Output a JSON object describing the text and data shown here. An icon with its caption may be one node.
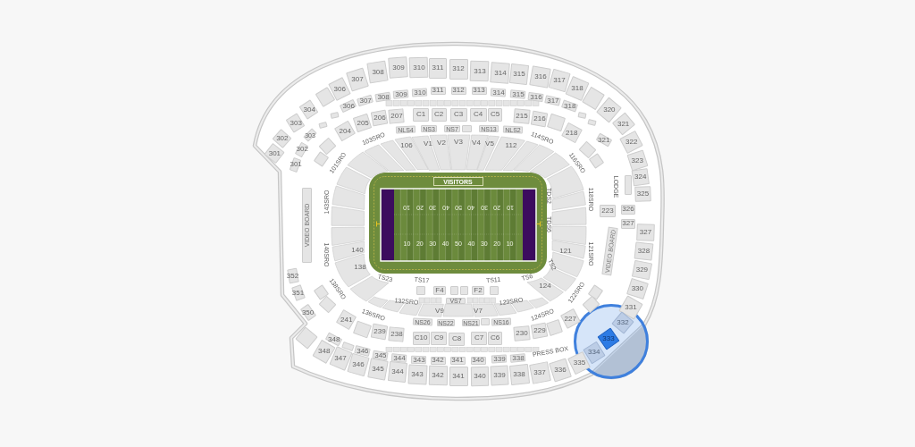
{
  "diagram": {
    "nodes": [
      {
        "text": [
          "301"
        ]
      },
      {
        "text": [
          "302"
        ]
      },
      {
        "text": [
          "303"
        ]
      },
      {
        "text": [
          "304"
        ]
      },
      {
        "text": [
          "306"
        ]
      },
      {
        "text": [
          "307"
        ]
      },
      {
        "text": [
          "308"
        ]
      },
      {
        "text": [
          "309"
        ]
      },
      {
        "text": [
          "310"
        ]
      },
      {
        "text": [
          "311"
        ]
      },
      {
        "text": [
          "312"
        ]
      },
      {
        "text": [
          "313"
        ]
      },
      {
        "text": [
          "314"
        ]
      },
      {
        "text": [
          "315"
        ]
      },
      {
        "text": [
          "316"
        ]
      },
      {
        "text": [
          "317"
        ]
      },
      {
        "text": [
          "318"
        ]
      },
      {
        "text": [
          "320"
        ]
      },
      {
        "text": [
          "321"
        ]
      },
      {
        "text": [
          "322"
        ]
      },
      {
        "text": [
          "323"
        ]
      },
      {
        "text": [
          "324"
        ]
      },
      {
        "text": [
          "325"
        ]
      },
      {
        "text": [
          "327"
        ]
      },
      {
        "text": [
          "328"
        ]
      },
      {
        "text": [
          "329"
        ]
      },
      {
        "text": [
          "330"
        ]
      },
      {
        "text": [
          "331"
        ]
      },
      {
        "text": [
          "332"
        ]
      },
      {
        "text": [
          "333"
        ]
      },
      {
        "text": [
          "334"
        ]
      },
      {
        "text": [
          "335"
        ]
      },
      {
        "text": [
          "336"
        ]
      },
      {
        "text": [
          "337"
        ]
      },
      {
        "text": [
          "338"
        ]
      },
      {
        "text": [
          "339"
        ]
      },
      {
        "text": [
          "340"
        ]
      },
      {
        "text": [
          "341"
        ]
      },
      {
        "text": [
          "342"
        ]
      },
      {
        "text": [
          "343"
        ]
      },
      {
        "text": [
          "344"
        ]
      },
      {
        "text": [
          "345"
        ]
      },
      {
        "text": [
          "346"
        ]
      },
      {
        "text": [
          "347"
        ]
      },
      {
        "text": [
          "348"
        ]
      },
      {
        "text": [
          "350"
        ]
      },
      {
        "text": [
          "351"
        ]
      },
      {
        "text": [
          "352"
        ]
      },
      {
        "text": [
          "301"
        ]
      },
      {
        "text": [
          "302"
        ]
      },
      {
        "text": [
          "303"
        ]
      },
      {
        "text": [
          "306"
        ]
      },
      {
        "text": [
          "307"
        ]
      },
      {
        "text": [
          "308"
        ]
      },
      {
        "text": [
          "309"
        ]
      },
      {
        "text": [
          "310"
        ]
      },
      {
        "text": [
          "311"
        ]
      },
      {
        "text": [
          "312"
        ]
      },
      {
        "text": [
          "313"
        ]
      },
      {
        "text": [
          "314"
        ]
      },
      {
        "text": [
          "315"
        ]
      },
      {
        "text": [
          "316"
        ]
      },
      {
        "text": [
          "317"
        ]
      },
      {
        "text": [
          "318"
        ]
      },
      {
        "text": [
          "321"
        ]
      },
      {
        "text": [
          "338"
        ]
      },
      {
        "text": [
          "339"
        ]
      },
      {
        "text": [
          "340"
        ]
      },
      {
        "text": [
          "341"
        ]
      },
      {
        "text": [
          "342"
        ]
      },
      {
        "text": [
          "343"
        ]
      },
      {
        "text": [
          "344"
        ]
      },
      {
        "text": [
          "345"
        ]
      },
      {
        "text": [
          "346"
        ]
      },
      {
        "text": [
          "348"
        ]
      },
      {
        "text": [
          "326"
        ]
      },
      {
        "text": [
          "327"
        ]
      },
      {
        "text": [
          "223"
        ]
      },
      {
        "text": [
          "204"
        ]
      },
      {
        "text": [
          "205"
        ]
      },
      {
        "text": [
          "206"
        ]
      },
      {
        "text": [
          "207"
        ]
      },
      {
        "text": [
          "C1"
        ]
      },
      {
        "text": [
          "C2"
        ]
      },
      {
        "text": [
          "C3"
        ]
      },
      {
        "text": [
          "C4"
        ]
      },
      {
        "text": [
          "C5"
        ]
      },
      {
        "text": [
          "215"
        ]
      },
      {
        "text": [
          "216"
        ]
      },
      {
        "text": [
          "218"
        ]
      },
      {
        "text": [
          "227"
        ]
      },
      {
        "text": [
          "229"
        ]
      },
      {
        "text": [
          "230"
        ]
      },
      {
        "text": [
          "C6"
        ]
      },
      {
        "text": [
          "C7"
        ]
      },
      {
        "text": [
          "C8"
        ]
      },
      {
        "text": [
          "C9"
        ]
      },
      {
        "text": [
          "C10"
        ]
      },
      {
        "text": [
          "238"
        ]
      },
      {
        "text": [
          "239"
        ]
      },
      {
        "text": [
          "241"
        ]
      },
      {
        "text": [
          "NLS4"
        ]
      },
      {
        "text": [
          "NS3"
        ]
      },
      {
        "text": [
          "NS7"
        ]
      },
      {
        "text": [
          "NS13"
        ]
      },
      {
        "text": [
          "NLS2"
        ]
      },
      {
        "text": [
          "NS16"
        ]
      },
      {
        "text": [
          "NS21"
        ]
      },
      {
        "text": [
          "NS22"
        ]
      },
      {
        "text": [
          "NS26"
        ]
      },
      {
        "text": [
          "106"
        ]
      },
      {
        "text": [
          "V1"
        ]
      },
      {
        "text": [
          "V2"
        ]
      },
      {
        "text": [
          "V3"
        ]
      },
      {
        "text": [
          "V4"
        ]
      },
      {
        "text": [
          "V5"
        ]
      },
      {
        "text": [
          "112"
        ]
      },
      {
        "text": [
          "121"
        ]
      },
      {
        "text": [
          "124"
        ]
      },
      {
        "text": [
          "V7"
        ]
      },
      {
        "text": [
          "F2"
        ]
      },
      {
        "text": [
          "VS7"
        ]
      },
      {
        "text": [
          "F4"
        ]
      },
      {
        "text": [
          "V9"
        ]
      },
      {
        "text": [
          "138"
        ]
      },
      {
        "text": [
          "140"
        ]
      },
      {
        "text": [
          "VIDEO BOARD"
        ]
      },
      {
        "text": [
          "VIDEO BOARD"
        ]
      },
      {
        "text": [
          "10",
          "20",
          "30",
          "40",
          "50",
          "40",
          "30",
          "20",
          "10",
          "10",
          "20",
          "30",
          "40",
          "50",
          "40",
          "30",
          "20",
          "10"
        ]
      },
      {
        "text": [
          "VISITORS"
        ],
        "in": 128
      },
      {
        "text": [],
        "shape": "box"
      },
      {
        "text": [],
        "shape": "box"
      },
      {
        "text": [],
        "shape": "box"
      },
      {
        "text": [],
        "shape": "box"
      },
      {
        "text": [],
        "shape": "box"
      },
      {
        "text": [],
        "shape": "box"
      },
      {
        "text": [],
        "shape": "box"
      },
      {
        "text": [],
        "shape": "box"
      },
      {
        "text": [],
        "shape": "box"
      },
      {
        "text": [],
        "shape": "box"
      },
      {
        "text": [],
        "shape": "box"
      },
      {
        "text": [],
        "shape": "box"
      },
      {
        "text": [],
        "shape": "box"
      },
      {
        "text": [],
        "shape": "box"
      },
      {
        "text": [],
        "shape": "box"
      },
      {
        "text": [],
        "shape": "box"
      },
      {
        "text": [],
        "shape": "box"
      },
      {
        "text": [],
        "shape": "box"
      },
      {
        "text": [],
        "shape": "box"
      },
      {
        "text": [],
        "shape": "box"
      },
      {
        "text": [],
        "shape": "box"
      },
      {
        "text": [],
        "shape": "box"
      },
      {
        "text": [],
        "shape": "box"
      },
      {
        "text": [],
        "shape": "box"
      },
      {
        "text": [],
        "shape": "box"
      },
      {
        "text": [],
        "shape": "box"
      },
      {
        "text": [],
        "shape": "box"
      },
      {
        "text": [],
        "shape": "box"
      },
      {
        "text": [],
        "shape": "box"
      },
      {
        "text": [],
        "shape": "box"
      },
      {
        "text": [],
        "shape": "box"
      },
      {
        "text": [],
        "shape": "box"
      },
      {
        "text": [],
        "shape": "box"
      },
      {
        "text": [],
        "shape": "box"
      },
      {
        "text": [],
        "shape": "box"
      },
      {
        "text": [],
        "shape": "box"
      },
      {
        "text": [],
        "shape": "box"
      },
      {
        "text": [],
        "shape": "box"
      },
      {
        "text": [],
        "shape": "box"
      },
      {
        "text": [],
        "shape": "box"
      },
      {
        "text": [],
        "shape": "box"
      },
      {
        "text": [],
        "shape": "box"
      },
      {
        "text": [],
        "shape": "box"
      },
      {
        "text": [],
        "shape": "box"
      },
      {
        "text": [],
        "shape": "box"
      },
      {
        "text": [],
        "shape": "box"
      },
      {
        "text": [],
        "shape": "box"
      },
      {
        "text": [],
        "shape": "box"
      },
      {
        "text": [],
        "shape": "box"
      },
      {
        "text": [],
        "shape": "box"
      }
    ],
    "labels": [
      "103SRO",
      "114SRO",
      "101SRO",
      "116SRO",
      "143SRO",
      "TDS2",
      "118SRO",
      "LODGE",
      "TDS6",
      "140SRO",
      "TS2",
      "121SRO",
      "TS23",
      "TS17",
      "TS11",
      "TS6",
      "138SRO",
      "122SRO",
      "132SRO",
      "129SRO",
      "136SRO",
      "124SRO",
      "PRESS BOX"
    ]
  }
}
